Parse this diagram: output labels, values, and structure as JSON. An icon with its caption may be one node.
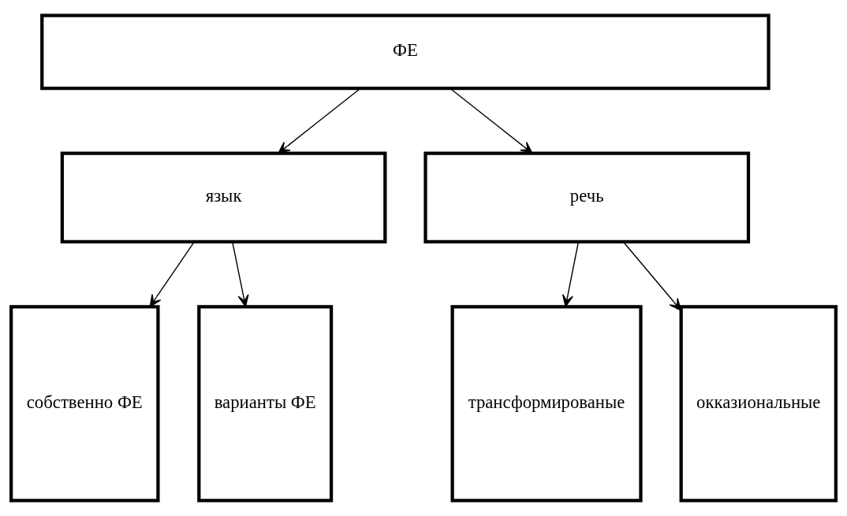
{
  "diagram": {
    "nodes": [
      {
        "text": [
          "ФЕ"
        ]
      },
      {
        "text": [
          "язык"
        ]
      },
      {
        "text": [
          "речь"
        ]
      },
      {
        "text": [
          "собственно ФЕ"
        ]
      },
      {
        "text": [
          "варианты ФЕ"
        ]
      },
      {
        "text": [
          "трансформированые"
        ]
      },
      {
        "text": [
          "окказиональные"
        ]
      }
    ],
    "edges": [
      {
        "from": 0,
        "to": 1,
        "arrow": "to"
      },
      {
        "from": 0,
        "to": 2,
        "arrow": "to"
      },
      {
        "from": 1,
        "to": 3,
        "arrow": "to"
      },
      {
        "from": 1,
        "to": 4,
        "arrow": "to"
      },
      {
        "from": 2,
        "to": 5,
        "arrow": "to"
      },
      {
        "from": 2,
        "to": 6,
        "arrow": "to"
      }
    ]
  }
}
